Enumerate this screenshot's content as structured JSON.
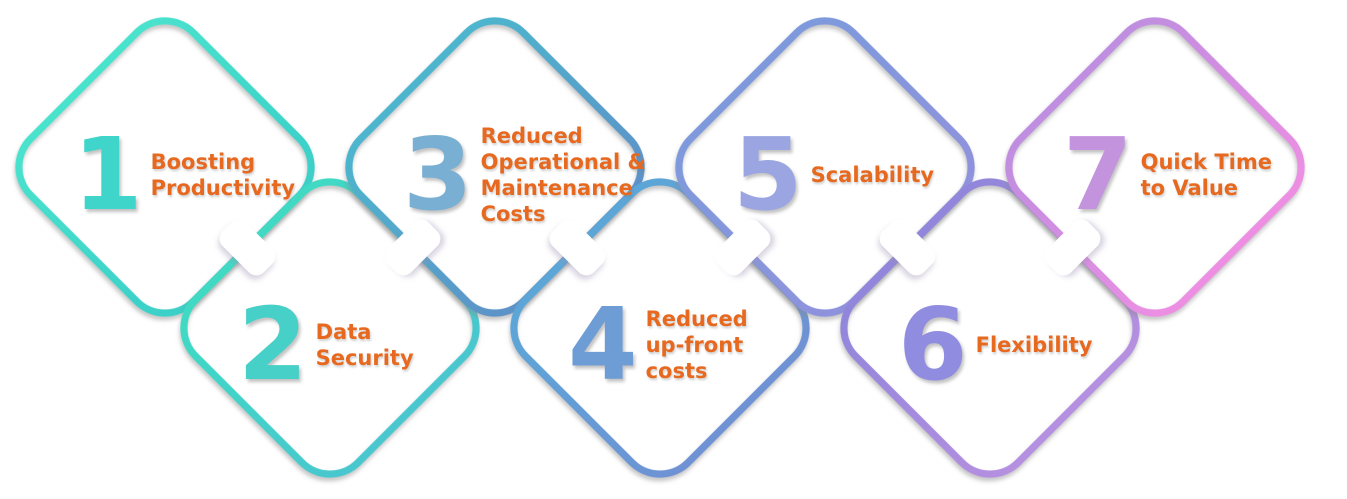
{
  "figure": {
    "type": "interlocked-diamond-chain",
    "background_color": "#ffffff",
    "label_color": "#E7691F",
    "connector_color": "#ffffff",
    "items": [
      {
        "number": "1",
        "label": "Boosting\nProductivity",
        "row": "top",
        "number_color": "#3FD5CA",
        "stroke_start": "#49E2CD",
        "stroke_end": "#3BCFC8"
      },
      {
        "number": "2",
        "label": "Data\nSecurity",
        "row": "bottom",
        "number_color": "#47D0C7",
        "stroke_start": "#3FDAC4",
        "stroke_end": "#48C7CE"
      },
      {
        "number": "3",
        "label": "Reduced\nOperational &\nMaintenance\nCosts",
        "row": "top",
        "number_color": "#79AFD2",
        "stroke_start": "#4DB5CD",
        "stroke_end": "#5D92C8"
      },
      {
        "number": "4",
        "label": "Reduced\nup-front\ncosts",
        "row": "bottom",
        "number_color": "#6E9DD6",
        "stroke_start": "#5CA6D7",
        "stroke_end": "#6E92D4"
      },
      {
        "number": "5",
        "label": "Scalability",
        "row": "top",
        "number_color": "#9AA5E1",
        "stroke_start": "#7E9ADC",
        "stroke_end": "#8F92DC"
      },
      {
        "number": "6",
        "label": "Flexibility",
        "row": "bottom",
        "number_color": "#908CDF",
        "stroke_start": "#9186DB",
        "stroke_end": "#B58FE0"
      },
      {
        "number": "7",
        "label": "Quick Time\nto Value",
        "row": "top",
        "number_color": "#C393DE",
        "stroke_start": "#C08EE0",
        "stroke_end": "#EC8FE3"
      }
    ]
  }
}
